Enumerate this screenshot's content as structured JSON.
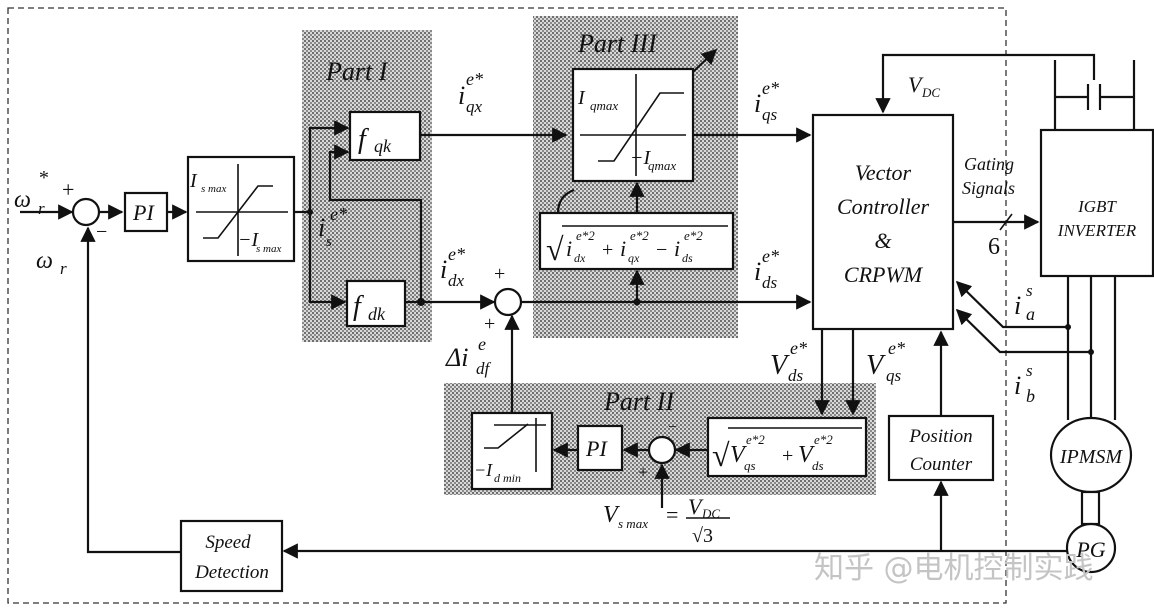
{
  "title": "IPMSM vector control block diagram with flux-weakening",
  "watermark": "知乎 @电机控制实践",
  "parts": {
    "part1": "Part I",
    "part2": "Part II",
    "part3": "Part III"
  },
  "inputs": {
    "speed_ref": {
      "base": "ω",
      "sub": "r",
      "sup": "*"
    },
    "speed_fb": {
      "base": "ω",
      "sub": "r"
    },
    "plus": "+",
    "minus": "−"
  },
  "blocks": {
    "pi_speed": "PI",
    "limiter_is": {
      "upper": "I",
      "upper_sub": "s max",
      "lower": "−I",
      "lower_sub": "s max"
    },
    "f_qk": {
      "base": "f",
      "sub": "qk"
    },
    "f_dk": {
      "base": "f",
      "sub": "dk"
    },
    "limiter_iq": {
      "upper": "I",
      "upper_sub": "qmax",
      "lower": "−I",
      "lower_sub": "qmax"
    },
    "sqrt_iq": {
      "t1": "i",
      "t1_sub": "dx",
      "t1_sup": "e*2",
      "op1": "+",
      "t2": "i",
      "t2_sub": "qx",
      "t2_sup": "e*2",
      "op2": "−",
      "t3": "i",
      "t3_sub": "ds",
      "t3_sup": "e*2"
    },
    "vector_controller": [
      "Vector",
      "Controller",
      "&",
      "CRPWM"
    ],
    "inverter": [
      "IGBT",
      "INVERTER"
    ],
    "motor": "IPMSM",
    "pg": "PG",
    "position_counter": [
      "Position",
      "Counter"
    ],
    "speed_detection": [
      "Speed",
      "Detection"
    ],
    "sqrt_v": {
      "t1": "V",
      "t1_sub": "qs",
      "t1_sup": "e*2",
      "op": "+",
      "t2": "V",
      "t2_sub": "ds",
      "t2_sup": "e*2"
    },
    "pi_flux": "PI",
    "limiter_id": {
      "lower": "−I",
      "lower_sub": "d min"
    }
  },
  "signals": {
    "is": {
      "base": "i",
      "sub": "s",
      "sup": "e*"
    },
    "iqx": {
      "base": "i",
      "sub": "qx",
      "sup": "e*"
    },
    "idx": {
      "base": "i",
      "sub": "dx",
      "sup": "e*"
    },
    "iqs": {
      "base": "i",
      "sub": "qs",
      "sup": "e*"
    },
    "ids": {
      "base": "i",
      "sub": "ds",
      "sup": "e*"
    },
    "delta_idf": {
      "base": "Δi",
      "sub": "df",
      "sup": "e"
    },
    "vdc": {
      "base": "V",
      "sub": "DC"
    },
    "vds": {
      "base": "V",
      "sub": "ds",
      "sup": "e*"
    },
    "vqs": {
      "base": "V",
      "sub": "qs",
      "sup": "e*"
    },
    "ia": {
      "base": "i",
      "sub": "a",
      "sup": "s"
    },
    "ib": {
      "base": "i",
      "sub": "b",
      "sup": "s"
    },
    "gating": [
      "Gating",
      "Signals"
    ],
    "gating_count": "6",
    "vsmax": {
      "lhs": "V",
      "lhs_sub": "s max",
      "eq": "=",
      "num": "V",
      "num_sub": "DC",
      "den": "√3"
    }
  }
}
